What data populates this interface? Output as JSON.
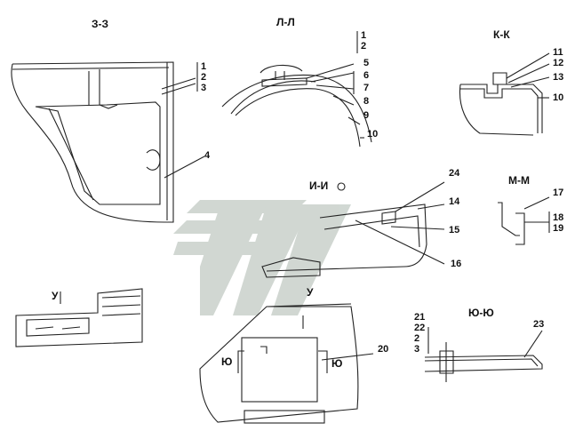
{
  "sections": {
    "z": "З-З",
    "l": "Л-Л",
    "k": "К-К",
    "i": "И-И",
    "m": "М-М",
    "u_top": "У",
    "u_mid": "У",
    "yu": "Ю-Ю",
    "yu_left": "Ю",
    "yu_right": "Ю"
  },
  "callouts": {
    "n1a": "1",
    "n2a": "2",
    "n3a": "3",
    "n4": "4",
    "n1b": "1",
    "n2b": "2",
    "n5": "5",
    "n6": "6",
    "n7": "7",
    "n8": "8",
    "n9": "9",
    "n10a": "10",
    "n11": "11",
    "n12": "12",
    "n13": "13",
    "n10b": "10",
    "n24": "24",
    "n14": "14",
    "n15": "15",
    "n16": "16",
    "n17": "17",
    "n18": "18",
    "n19": "19",
    "n20": "20",
    "n21": "21",
    "n22": "22",
    "n2c": "2",
    "n3c": "3",
    "n23": "23"
  },
  "colors": {
    "line": "#222222",
    "watermark": "#c7d0c9"
  }
}
